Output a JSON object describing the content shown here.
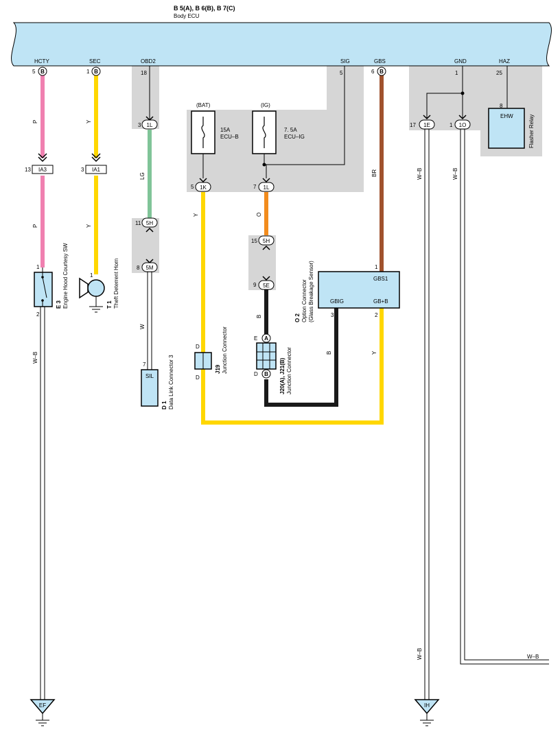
{
  "header": {
    "connector_codes": "B 5(A), B 6(B), B 7(C)",
    "ecu_name": "Body ECU"
  },
  "ecu_pins": {
    "hcty": "HCTY",
    "sec": "SEC",
    "obd2": "OBD2",
    "sig": "SIG",
    "gbs": "GBS",
    "gnd": "GND",
    "haz": "HAZ"
  },
  "pin_numbers": {
    "hcty": "5",
    "sec": "1",
    "obd2": "18",
    "sig": "5",
    "gbs": "6",
    "gnd": "1",
    "haz": "25",
    "ia3": "13",
    "ia1": "3",
    "obd_1l": "3",
    "sw_top": "1",
    "sw_bottom": "2",
    "horn": "1",
    "c5h_obd": "11",
    "c5m": "8",
    "dlc": "7",
    "bat_1k": "5",
    "ig_1l": "7",
    "ig_5h": "15",
    "ig_5e": "9",
    "option_gbs1": "1",
    "option_gbig": "3",
    "option_gbb": "2",
    "flasher_ehw": "8",
    "c1e": "17",
    "c1o": "1"
  },
  "connector_letters": {
    "hcty": "B",
    "sec": "B",
    "gbs": "B",
    "j20_top": "A",
    "j20_bottom": "B",
    "j19_top": "D",
    "j19_bottom": "D",
    "j20_top_label": "E",
    "j20_bottom_label": "D"
  },
  "connectors": {
    "ia3": "IA3",
    "ia1": "IA1",
    "c1l_obd": "1L",
    "c5h_obd": "5H",
    "c5m": "5M",
    "c1k": "1K",
    "c1l_ig": "1L",
    "c5h_ig": "5H",
    "c5e": "5E",
    "c1e": "1E",
    "c1o": "1O"
  },
  "fuses": {
    "bat": {
      "source": "(BAT)",
      "rating": "15A",
      "name": "ECU–B"
    },
    "ig": {
      "source": "(IG)",
      "rating": "7. 5A",
      "name": "ECU–IG"
    }
  },
  "wire_colors": {
    "p_upper": "P",
    "p_lower": "P",
    "y_sec_upper": "Y",
    "y_sec_lower": "Y",
    "lg": "LG",
    "w": "W",
    "y_bat": "Y",
    "o": "O",
    "b_ig": "B",
    "br": "BR",
    "b_gbig": "B",
    "y_gbb": "Y",
    "wb_e3": "W–B",
    "wb_1e_top": "W–B",
    "wb_1o": "W–B",
    "wb_1e_bottom": "W–B",
    "wb_right": "W–B"
  },
  "components": {
    "e3": {
      "code": "E 3",
      "name": "Engine Hood Courtesy SW"
    },
    "t1": {
      "code": "T 1",
      "name": "Theft Deterrent Horn"
    },
    "d1": {
      "code": "D 1",
      "name": "Data Link Connector 3",
      "box": "SIL"
    },
    "j19": {
      "code": "J19",
      "name": "Junction Connector"
    },
    "j20": {
      "code": "J20(A), J21(B)",
      "name": "Junction Connector"
    },
    "o2": {
      "code": "O 2",
      "name": "Option Connector",
      "sub": "(Glass Breakage Sensor)",
      "pin_gbs1": "GBS1",
      "pin_gbig": "GBIG",
      "pin_gbb": "GB+B"
    },
    "flasher": {
      "name": "Flasher Relay",
      "box": "EHW"
    }
  },
  "grounds": {
    "ef": "EF",
    "ih": "IH"
  },
  "colors": {
    "ecu_fill": "#bfe4f5",
    "gray_area": "#d6d6d6",
    "component_fill": "#bfe4f5",
    "pink": "#f080b0",
    "yellow": "#ffd700",
    "lightgreen": "#80c498",
    "orange": "#f28c1e",
    "brown": "#a0522d",
    "black": "#1a1a1a"
  }
}
